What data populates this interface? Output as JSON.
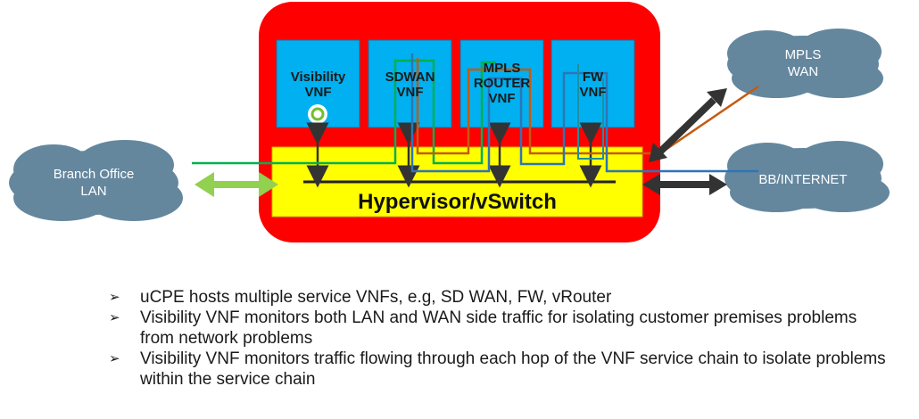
{
  "diagram": {
    "vnfs": [
      {
        "line1": "Visibility",
        "line2": "VNF"
      },
      {
        "line1": "SDWAN",
        "line2": "VNF"
      },
      {
        "line1": "MPLS",
        "line2": "ROUTER",
        "line3": "VNF"
      },
      {
        "line1": "FW",
        "line2": "VNF"
      }
    ],
    "hypervisor_label": "Hypervisor/vSwitch",
    "clouds": {
      "branch": {
        "line1": "Branch Office",
        "line2": "LAN"
      },
      "mpls": {
        "line1": "MPLS",
        "line2": "WAN"
      },
      "internet": {
        "line1": "BB/INTERNET"
      }
    },
    "colors": {
      "ucpe_red": "#ff0000",
      "vnf_blue": "#00b0f0",
      "hypervisor_yellow": "#ffff00",
      "cloud_gray": "#64879e",
      "lan_link_green": "#92d050",
      "sdwan_path_green": "#00b050",
      "mpls_path_orange": "#c55a11",
      "internet_path_blue": "#2e75b6"
    }
  },
  "bullets": [
    "uCPE hosts multiple service VNFs, e.g, SD WAN, FW, vRouter",
    "Visibility VNF monitors both LAN and WAN side traffic for isolating customer premises problems from network problems",
    "Visibility VNF monitors traffic flowing through each hop of the VNF service chain to isolate problems within the service chain"
  ],
  "bullet_marker": "➢"
}
